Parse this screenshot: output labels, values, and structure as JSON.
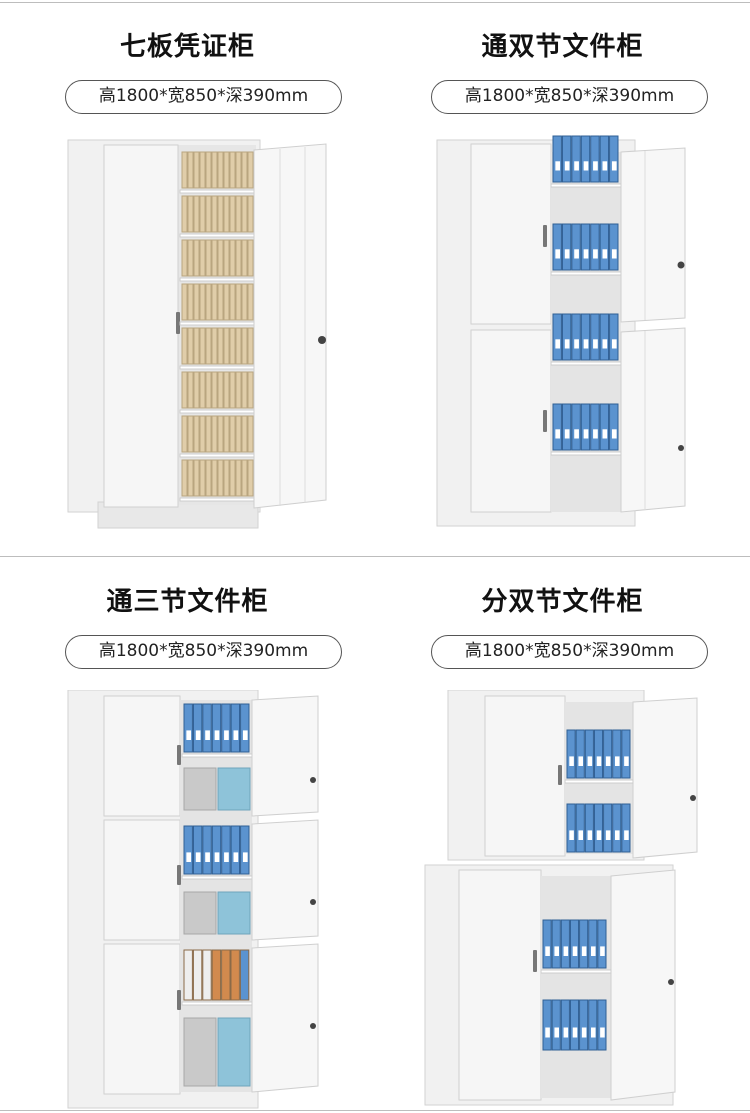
{
  "products": [
    {
      "title": "七板凭证柜",
      "size": "高1800*宽850*深390mm"
    },
    {
      "title": "通双节文件柜",
      "size": "高1800*宽850*深390mm"
    },
    {
      "title": "通三节文件柜",
      "size": "高1800*宽850*深390mm"
    },
    {
      "title": "分双节文件柜",
      "size": "高1800*宽850*深390mm"
    }
  ],
  "colors": {
    "cabinet": "#f3f3f3",
    "cabinet_edge": "#d4d4d4",
    "binder_blue": "#5b93cf",
    "binder_beige": "#e0cda9",
    "box_grey": "#c9c9c9",
    "box_teal": "#8ec3d9",
    "binder_orange": "#d28a4e"
  }
}
